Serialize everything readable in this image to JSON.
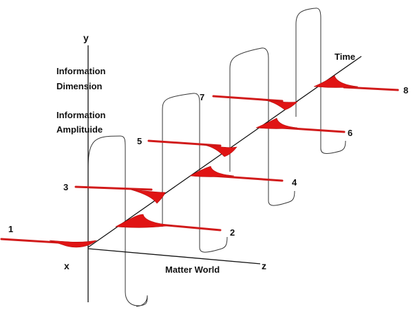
{
  "labels": {
    "y_axis": "y",
    "x_axis": "x",
    "z_axis": "z",
    "time": "Time",
    "matter_world": "Matter World",
    "info_dimension_line1": "Information",
    "info_dimension_line2": "Dimension",
    "info_amplitude_line1": "Information",
    "info_amplitude_line2": "Amplituide"
  },
  "pulses": [
    {
      "number": "1"
    },
    {
      "number": "2"
    },
    {
      "number": "3"
    },
    {
      "number": "4"
    },
    {
      "number": "5"
    },
    {
      "number": "6"
    },
    {
      "number": "7"
    },
    {
      "number": "8"
    }
  ],
  "colors": {
    "pulse": "#e01414",
    "axis": "#111111",
    "loop": "#333333"
  }
}
